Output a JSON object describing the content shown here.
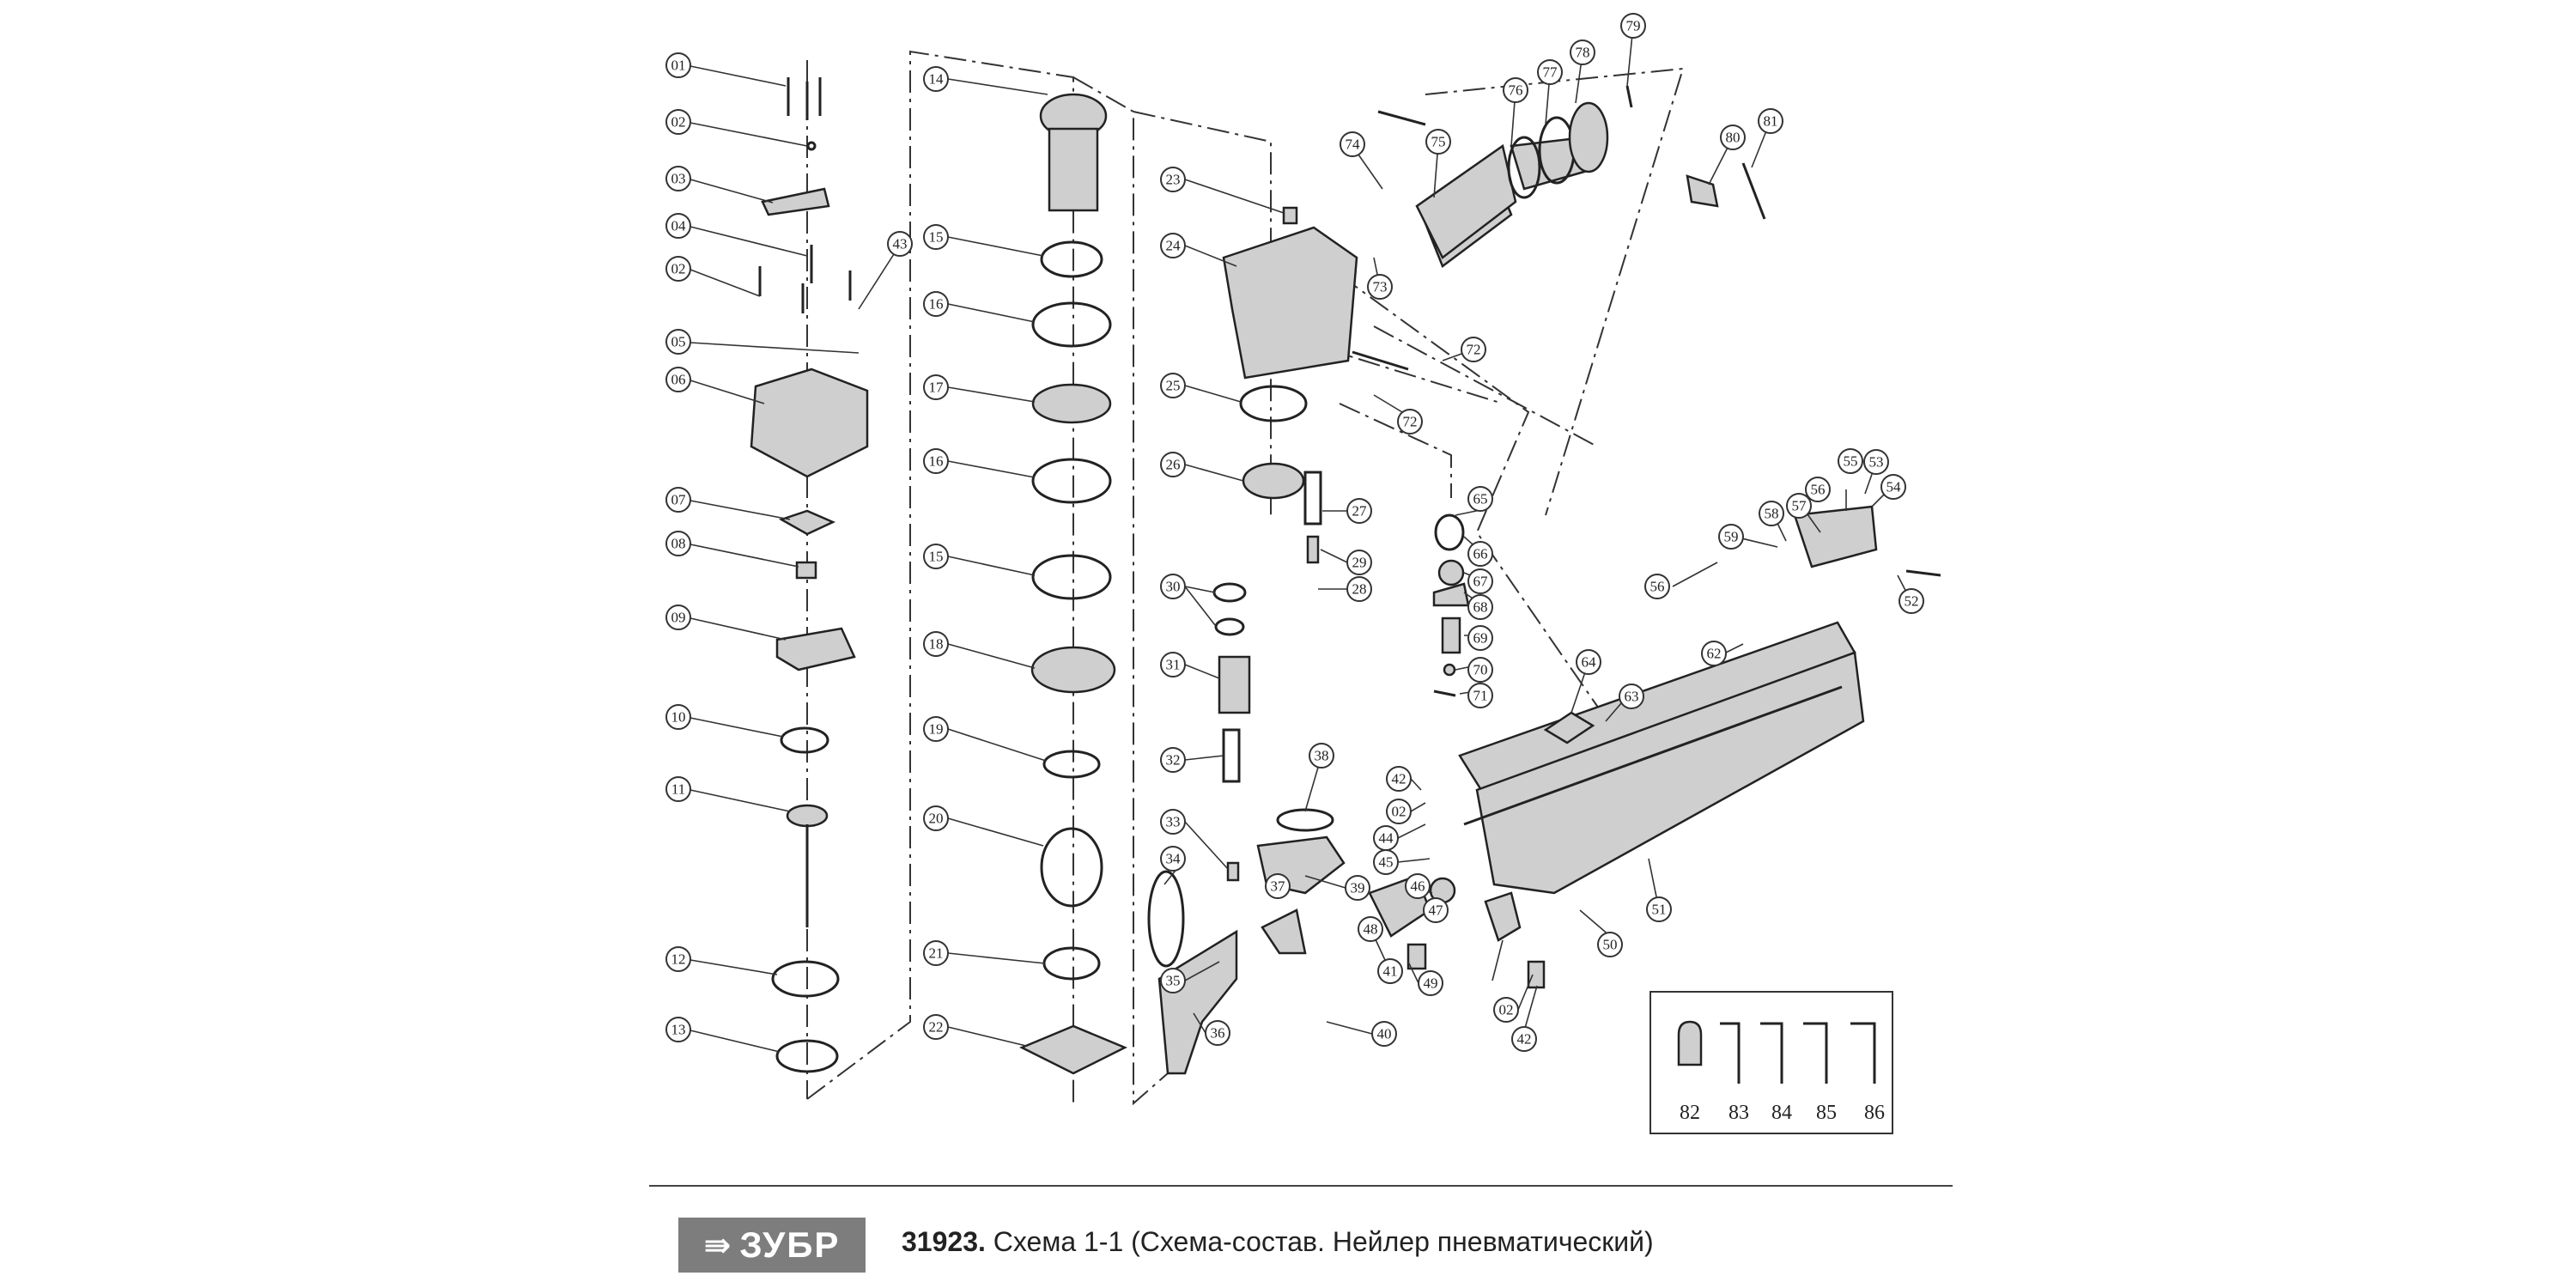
{
  "footer": {
    "brand": "ЗУБР",
    "model": "31923.",
    "caption": "Схема 1-1 (Схема-состав. Нейлер пневматический)"
  },
  "callouts": [
    {
      "label": "01",
      "side": "left"
    },
    {
      "label": "02",
      "side": "left"
    },
    {
      "label": "03",
      "side": "left"
    },
    {
      "label": "04",
      "side": "left"
    },
    {
      "label": "02",
      "side": "left"
    },
    {
      "label": "05",
      "side": "left"
    },
    {
      "label": "06",
      "side": "left"
    },
    {
      "label": "07",
      "side": "left"
    },
    {
      "label": "08",
      "side": "left"
    },
    {
      "label": "09",
      "side": "left"
    },
    {
      "label": "10",
      "side": "left"
    },
    {
      "label": "11",
      "side": "left"
    },
    {
      "label": "12",
      "side": "left"
    },
    {
      "label": "13",
      "side": "left"
    },
    {
      "label": "43",
      "side": "right"
    },
    {
      "label": "14",
      "side": "left"
    },
    {
      "label": "15",
      "side": "left"
    },
    {
      "label": "16",
      "side": "left"
    },
    {
      "label": "17",
      "side": "left"
    },
    {
      "label": "16",
      "side": "left"
    },
    {
      "label": "15",
      "side": "left"
    },
    {
      "label": "18",
      "side": "left"
    },
    {
      "label": "19",
      "side": "left"
    },
    {
      "label": "20",
      "side": "left"
    },
    {
      "label": "21",
      "side": "left"
    },
    {
      "label": "22",
      "side": "left"
    },
    {
      "label": "23",
      "side": "left"
    },
    {
      "label": "24",
      "side": "left"
    },
    {
      "label": "25",
      "side": "left"
    },
    {
      "label": "26",
      "side": "left"
    },
    {
      "label": "27",
      "side": "right"
    },
    {
      "label": "29",
      "side": "right"
    },
    {
      "label": "28",
      "side": "right"
    },
    {
      "label": "30",
      "side": "left"
    },
    {
      "label": "31",
      "side": "left"
    },
    {
      "label": "32",
      "side": "left"
    },
    {
      "label": "33",
      "side": "left"
    },
    {
      "label": "34",
      "side": "left"
    },
    {
      "label": "35",
      "side": "left"
    },
    {
      "label": "36",
      "side": "right"
    },
    {
      "label": "37",
      "side": "left"
    },
    {
      "label": "38",
      "side": "right"
    },
    {
      "label": "39",
      "side": "right"
    },
    {
      "label": "40",
      "side": "right"
    },
    {
      "label": "41",
      "side": "right"
    },
    {
      "label": "42",
      "side": "left"
    },
    {
      "label": "02",
      "side": "left"
    },
    {
      "label": "44",
      "side": "left"
    },
    {
      "label": "45",
      "side": "left"
    },
    {
      "label": "46",
      "side": "right"
    },
    {
      "label": "47",
      "side": "right"
    },
    {
      "label": "48",
      "side": "left"
    },
    {
      "label": "49",
      "side": "right"
    },
    {
      "label": "02",
      "side": "left"
    },
    {
      "label": "42",
      "side": "right"
    },
    {
      "label": "50",
      "side": "right"
    },
    {
      "label": "51",
      "side": "right"
    },
    {
      "label": "52",
      "side": "right"
    },
    {
      "label": "53",
      "side": "right"
    },
    {
      "label": "54",
      "side": "right"
    },
    {
      "label": "55",
      "side": "right"
    },
    {
      "label": "56",
      "side": "right"
    },
    {
      "label": "57",
      "side": "right"
    },
    {
      "label": "58",
      "side": "left"
    },
    {
      "label": "59",
      "side": "left"
    },
    {
      "label": "56",
      "side": "left"
    },
    {
      "label": "62",
      "side": "right"
    },
    {
      "label": "63",
      "side": "right"
    },
    {
      "label": "64",
      "side": "right"
    },
    {
      "label": "65",
      "side": "right"
    },
    {
      "label": "66",
      "side": "right"
    },
    {
      "label": "67",
      "side": "right"
    },
    {
      "label": "68",
      "side": "right"
    },
    {
      "label": "69",
      "side": "right"
    },
    {
      "label": "70",
      "side": "right"
    },
    {
      "label": "71",
      "side": "right"
    },
    {
      "label": "72",
      "side": "right"
    },
    {
      "label": "72",
      "side": "right"
    },
    {
      "label": "73",
      "side": "right"
    },
    {
      "label": "74",
      "side": "right"
    },
    {
      "label": "75",
      "side": "right"
    },
    {
      "label": "76",
      "side": "right"
    },
    {
      "label": "77",
      "side": "right"
    },
    {
      "label": "78",
      "side": "right"
    },
    {
      "label": "79",
      "side": "right"
    },
    {
      "label": "80",
      "side": "right"
    },
    {
      "label": "81",
      "side": "right"
    }
  ],
  "key_items": [
    "82",
    "83",
    "84",
    "85",
    "86"
  ]
}
